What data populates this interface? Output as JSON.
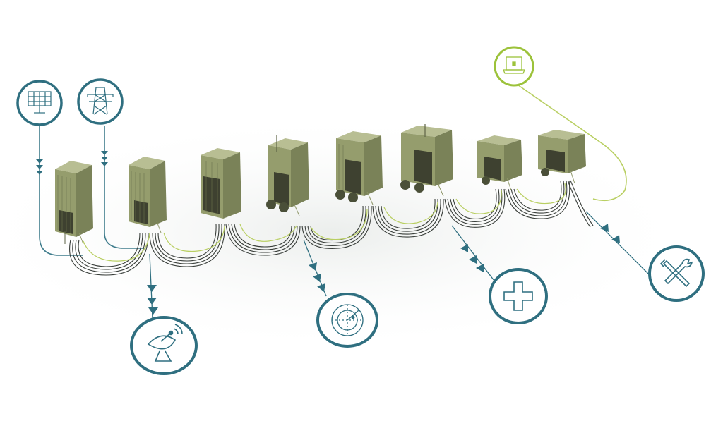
{
  "colors": {
    "background": "#ffffff",
    "badge_teal": "#2f6f80",
    "badge_green": "#9cc23a",
    "cable_dark": "#3a3f3b",
    "cable_teal": "#3f7c8c",
    "cable_green": "#b9cf63",
    "container_light": "#a7ae80",
    "container_mid": "#8e9668",
    "container_dark": "#5d6345",
    "container_inside": "#3e4130"
  },
  "diagram": {
    "containers": [
      {
        "id": "container-1",
        "type": "shelter"
      },
      {
        "id": "container-2",
        "type": "shelter"
      },
      {
        "id": "container-3",
        "type": "shelter"
      },
      {
        "id": "container-4",
        "type": "trailer-shelter"
      },
      {
        "id": "container-5",
        "type": "trailer-shelter"
      },
      {
        "id": "container-6",
        "type": "trailer-shelter"
      },
      {
        "id": "container-7",
        "type": "trailer-shelter"
      },
      {
        "id": "container-8",
        "type": "trailer-shelter"
      }
    ],
    "inputs": [
      {
        "id": "solar-power",
        "icon": "solar-panel-icon",
        "color": "teal"
      },
      {
        "id": "grid-power",
        "icon": "power-pylon-icon",
        "color": "teal"
      },
      {
        "id": "external-device",
        "icon": "laptop-icon",
        "color": "green"
      }
    ],
    "outputs": [
      {
        "id": "satellite-comms",
        "icon": "satellite-dish-icon",
        "color": "teal"
      },
      {
        "id": "radar",
        "icon": "radar-icon",
        "color": "teal"
      },
      {
        "id": "medical",
        "icon": "medical-cross-icon",
        "color": "teal"
      },
      {
        "id": "maintenance",
        "icon": "tools-icon",
        "color": "teal"
      }
    ]
  }
}
